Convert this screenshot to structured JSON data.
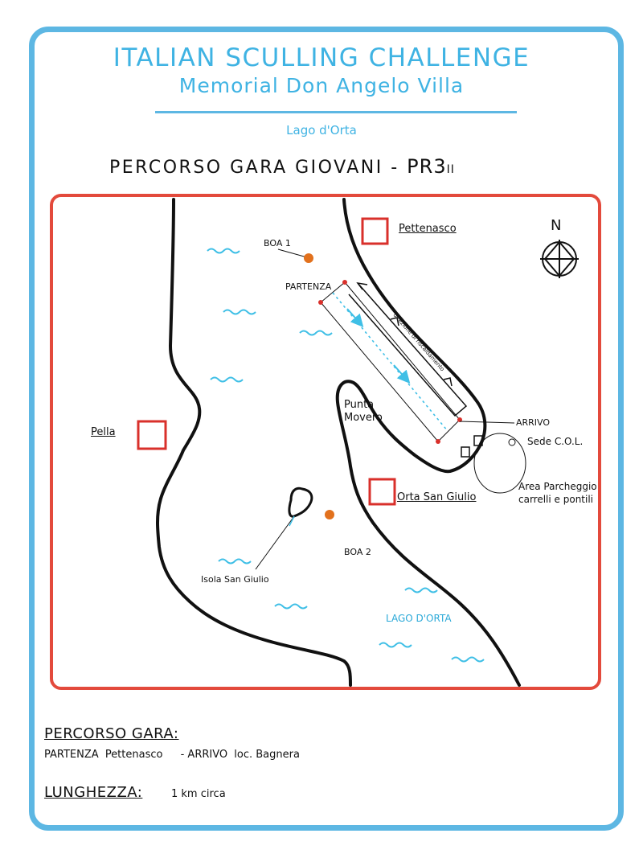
{
  "header": {
    "title": "ITALIAN SCULLING CHALLENGE",
    "subtitle": "Memorial Don Angelo Villa",
    "lake": "Lago d'Orta",
    "route_title": "PERCORSO GARA GIOVANI  - ",
    "route_code": "PR3",
    "route_code_suffix": "II"
  },
  "map": {
    "north": "N",
    "towns": {
      "pettenasco": "Pettenasco",
      "pella": "Pella",
      "orta": "Orta San Giulio"
    },
    "buoys": {
      "boa1": "BOA 1",
      "boa2": "BOA 2"
    },
    "course": {
      "start": "PARTENZA",
      "finish": "ARRIVO",
      "warmup": "direzione di riscaldamento"
    },
    "places": {
      "punta_line1": "Punta",
      "punta_line2": "Movero",
      "sede": "Sede C.O.L.",
      "parking_line1": "Area Parcheggio",
      "parking_line2": "carrelli e pontili",
      "island": "Isola San Giulio",
      "lake": "LAGO  D'ORTA"
    },
    "colors": {
      "frame": "#5db7e3",
      "map_border": "#e34a3c",
      "town_marker": "#d9302b",
      "buoy": "#e2711d",
      "water": "#3fbfe6",
      "shore": "#111111"
    }
  },
  "footer": {
    "course_title": "PERCORSO GARA:",
    "start_label": "PARTENZA",
    "start_value": "Pettenasco",
    "finish_label": "- ARRIVO",
    "finish_value": "loc. Bagnera",
    "length_title": "LUNGHEZZA:",
    "length_value": "1 km circa"
  }
}
